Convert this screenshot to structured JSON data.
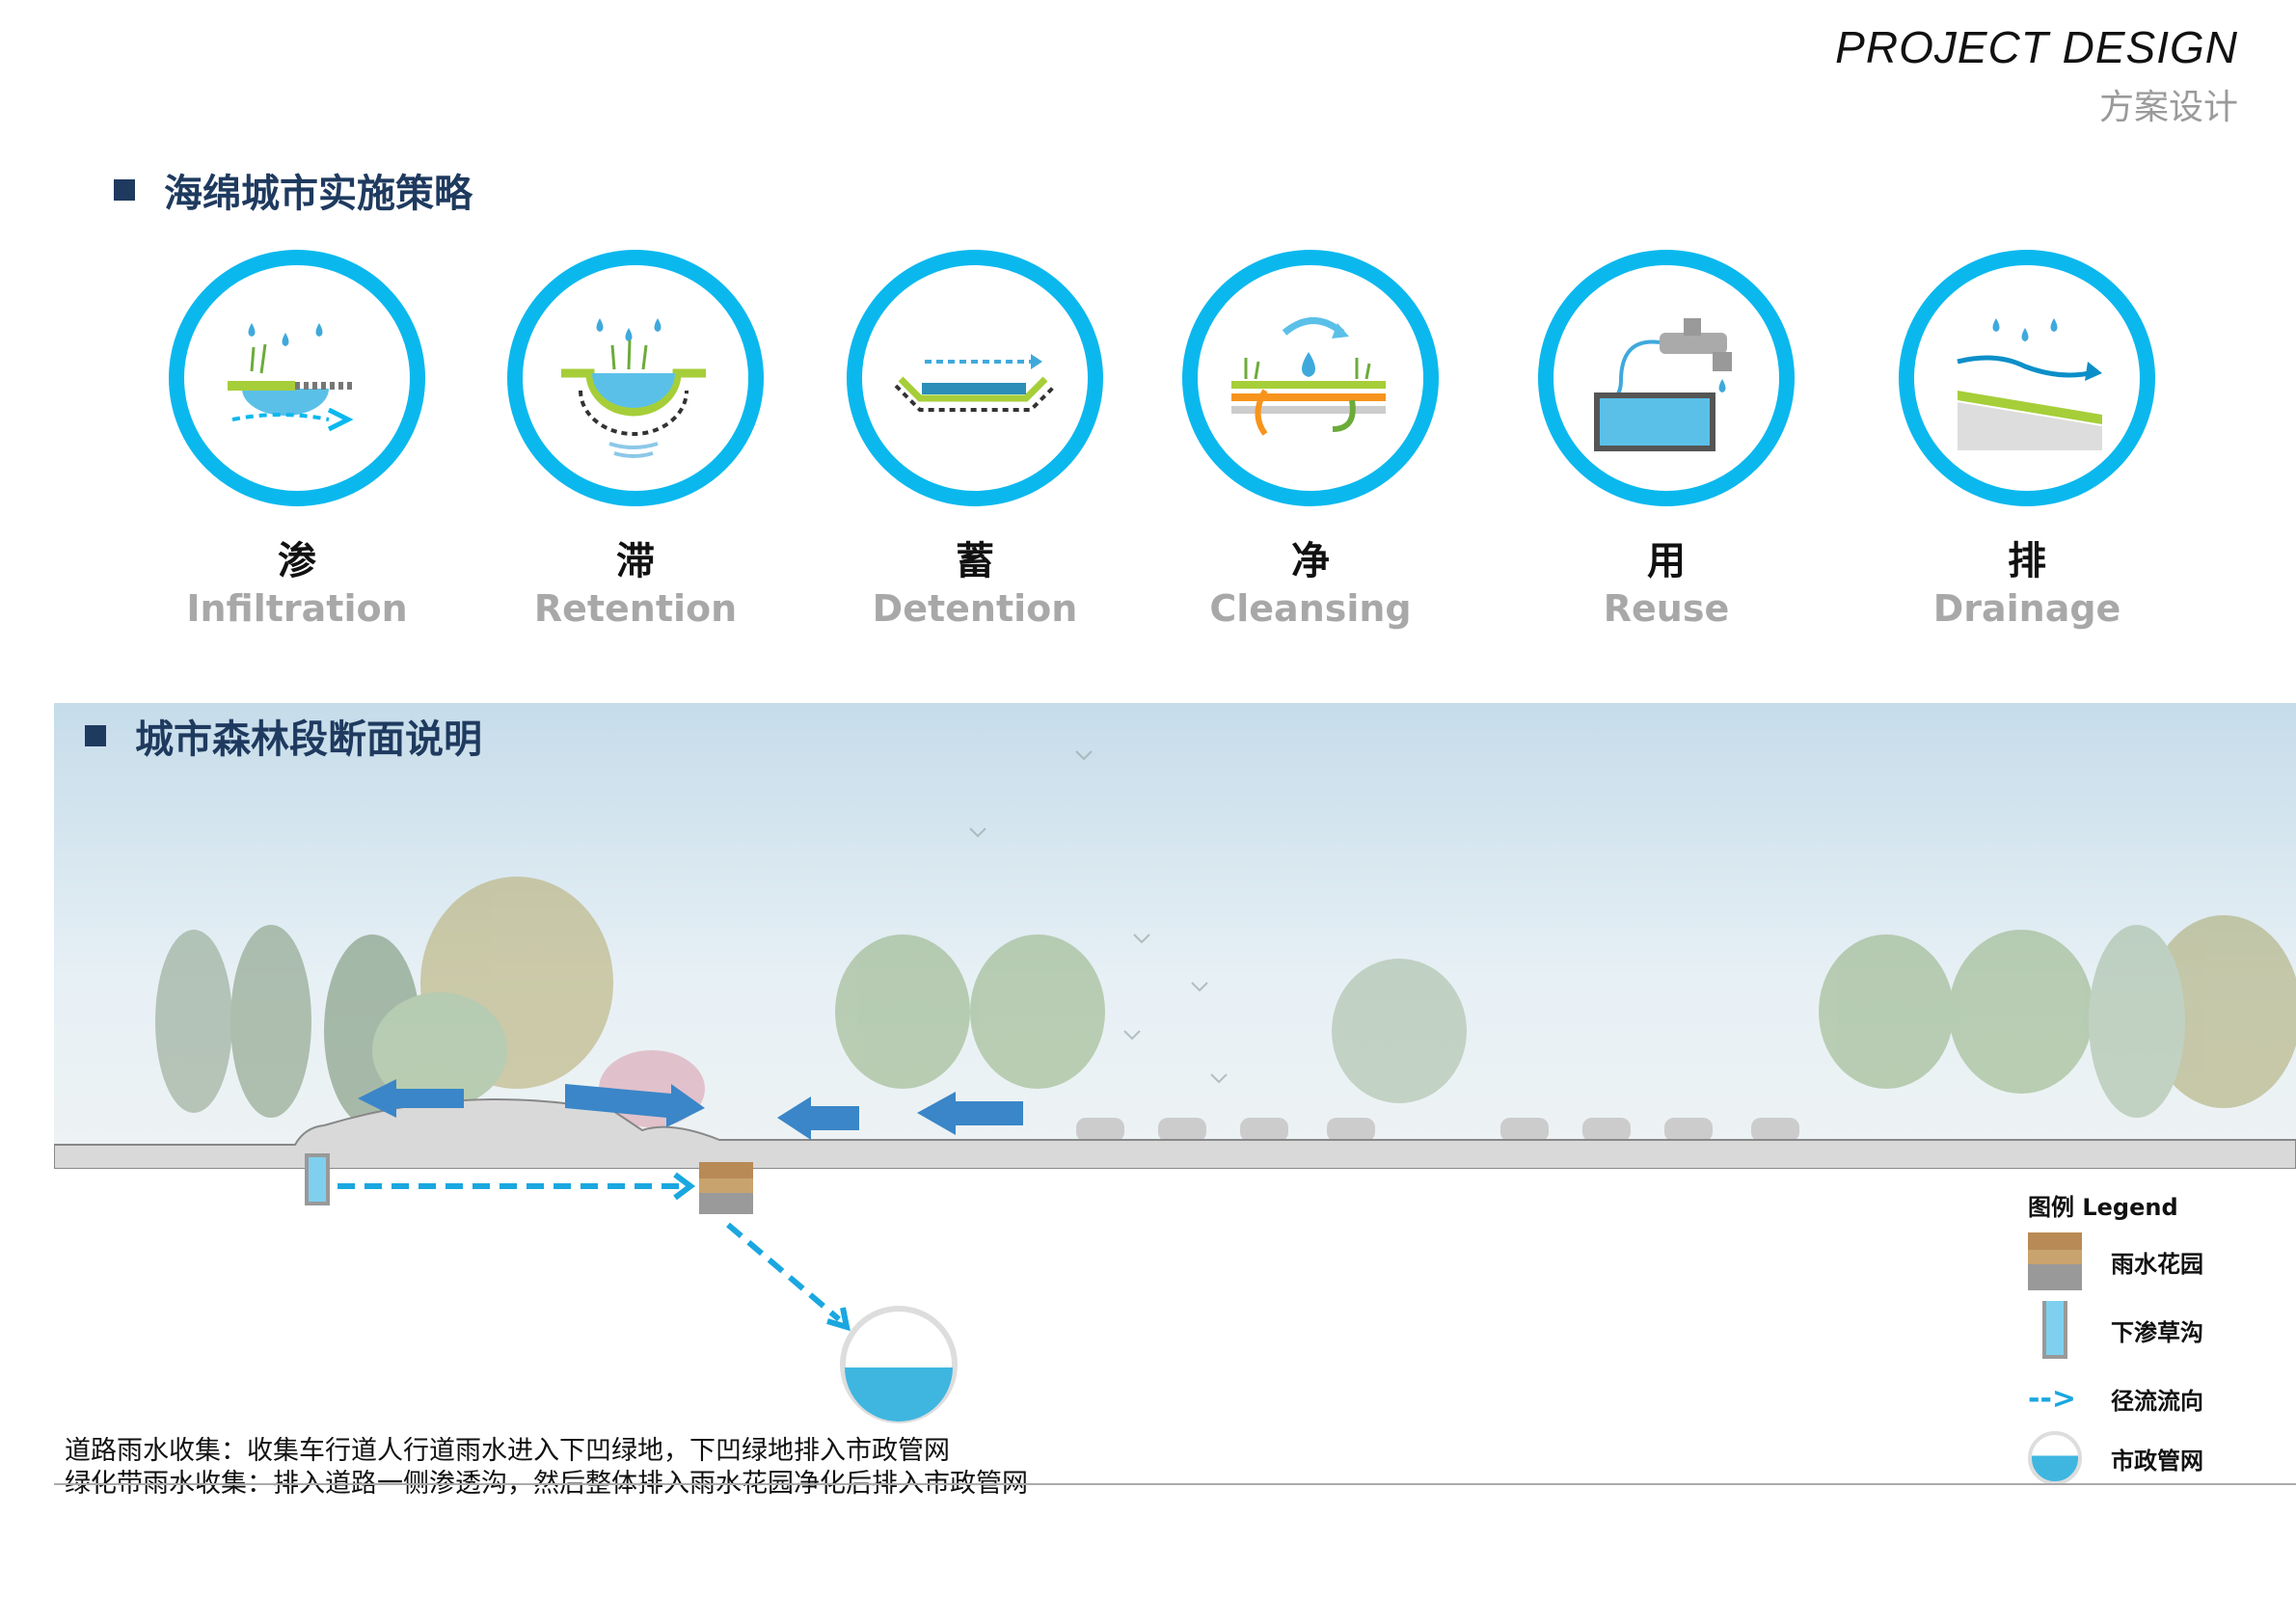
{
  "header": {
    "title_en": "PROJECT DESIGN",
    "title_cn": "方案设计"
  },
  "strategy": {
    "heading": "海绵城市实施策略",
    "items": [
      {
        "cn": "渗",
        "en": "Infiltration",
        "icon": "infiltration-icon"
      },
      {
        "cn": "滞",
        "en": "Retention",
        "icon": "retention-icon"
      },
      {
        "cn": "蓄",
        "en": "Detention",
        "icon": "detention-icon"
      },
      {
        "cn": "净",
        "en": "Cleansing",
        "icon": "cleansing-icon"
      },
      {
        "cn": "用",
        "en": "Reuse",
        "icon": "reuse-icon"
      },
      {
        "cn": "排",
        "en": "Drainage",
        "icon": "drainage-icon"
      }
    ]
  },
  "section": {
    "heading": "城市森林段断面说明",
    "legend": {
      "title": "图例 Legend",
      "items": [
        "雨水花园",
        "下渗草沟",
        "径流流向",
        "市政管网"
      ]
    },
    "notes": [
      "道路雨水收集：收集车行道人行道雨水进入下凹绿地，下凹绿地排入市政管网",
      "绿化带雨水收集：排入道路一侧渗透沟，然后整体排入雨水花园净化后排入市政管网"
    ]
  },
  "colors": {
    "accent": "#0bb8ee",
    "heading": "#1f3a5f",
    "green": "#a6ce39",
    "water": "#5bc0e8"
  }
}
